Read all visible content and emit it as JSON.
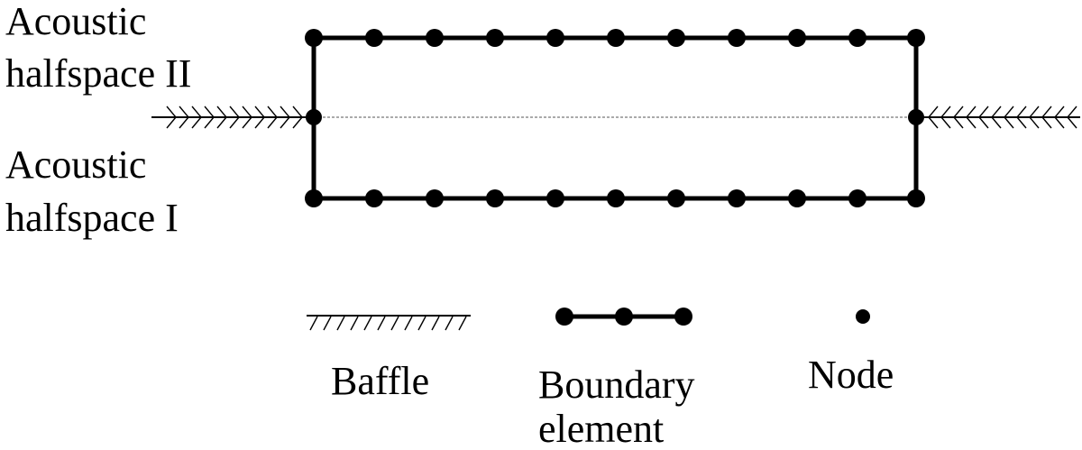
{
  "regions": {
    "upper_line1": "Acoustic",
    "upper_line2": "halfspace II",
    "lower_line1": "Acoustic",
    "lower_line2": "halfspace I"
  },
  "legend": {
    "baffle_label": "Baffle",
    "boundary_element_line1": "Boundary",
    "boundary_element_line2": "element",
    "node_label": "Node"
  },
  "colors": {
    "stroke": "#000000",
    "interface_line": "#777777",
    "background": "#ffffff"
  },
  "icons": [
    "baffle-hatch-icon",
    "boundary-element-icon",
    "node-icon"
  ]
}
